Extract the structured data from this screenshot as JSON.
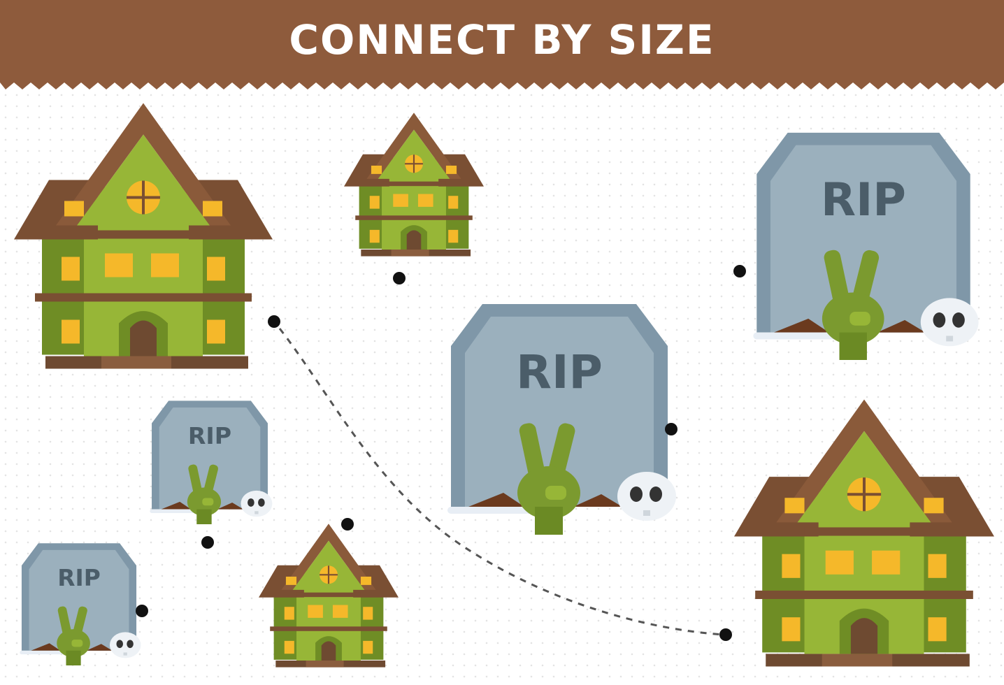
{
  "title": "CONNECT BY SIZE",
  "tombstone_text": "RIP",
  "colors": {
    "header": "#8e5b3c",
    "house_wall": "#7a9a2a",
    "house_wall_light": "#97b637",
    "roof": "#7a4f33",
    "window": "#f5b82a",
    "tombstone": "#7f97a8",
    "tombstone_inner": "#9bb0bd",
    "zombie_hand": "#7b9a2f"
  },
  "items": [
    {
      "kind": "haunted-house",
      "size": "large"
    },
    {
      "kind": "haunted-house",
      "size": "small"
    },
    {
      "kind": "haunted-house",
      "size": "small"
    },
    {
      "kind": "haunted-house",
      "size": "large"
    },
    {
      "kind": "tombstone",
      "size": "small"
    },
    {
      "kind": "tombstone",
      "size": "small"
    },
    {
      "kind": "tombstone",
      "size": "large"
    },
    {
      "kind": "tombstone",
      "size": "large"
    }
  ]
}
